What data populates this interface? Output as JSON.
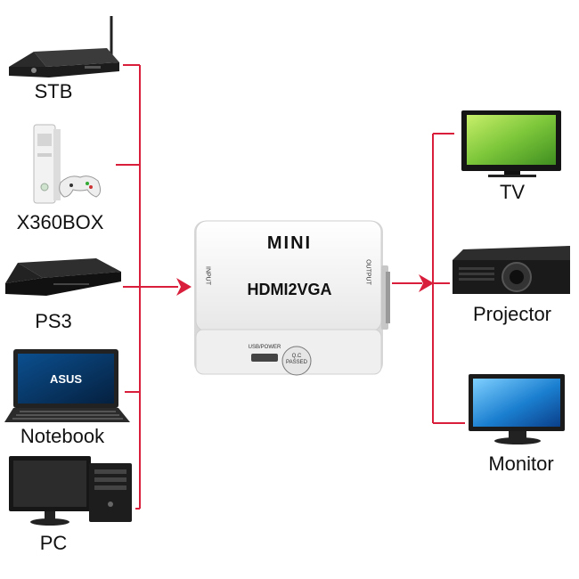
{
  "inputs": [
    {
      "label": "STB",
      "icon": "set-top-box-icon"
    },
    {
      "label": "X360BOX",
      "icon": "game-console-icon"
    },
    {
      "label": "PS3",
      "icon": "game-console-icon"
    },
    {
      "label": "Notebook",
      "icon": "laptop-icon"
    },
    {
      "label": "PC",
      "icon": "desktop-computer-icon"
    }
  ],
  "outputs": [
    {
      "label": "TV",
      "icon": "tv-icon"
    },
    {
      "label": "Projector",
      "icon": "projector-icon"
    },
    {
      "label": "Monitor",
      "icon": "monitor-icon"
    }
  ],
  "converter": {
    "brand": "MINI",
    "model": "HDMI2VGA",
    "input_port": "INPUT",
    "output_port": "OUTPUT",
    "usb_port": "USB/POWER",
    "qc_line1": "Q.C",
    "qc_line2": "PASSED"
  },
  "colors": {
    "connector_line": "#d81e3a",
    "arrow": "#d81e3a",
    "device_body": "#f2f2f2"
  }
}
